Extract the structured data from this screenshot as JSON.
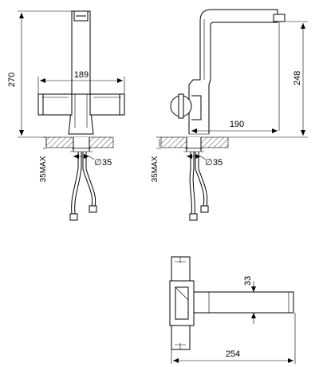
{
  "dimensions": {
    "height_front": "270",
    "width_front": "189",
    "max_counter_front": "35MAX",
    "hole_front": "35",
    "height_side": "248",
    "reach_side": "190",
    "max_counter_side": "35MAX",
    "hole_side": "35",
    "spout_height_top": "33",
    "total_length_top": "254"
  },
  "symbols": {
    "diameter": "∅"
  }
}
